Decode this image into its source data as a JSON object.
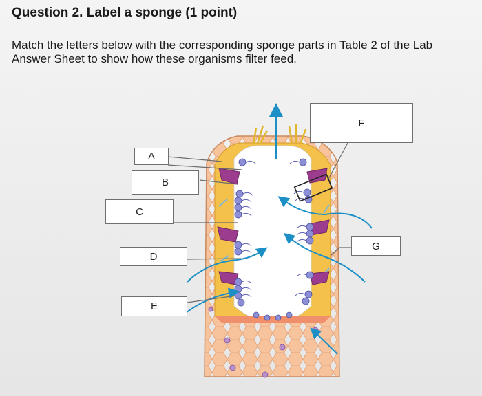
{
  "question": {
    "title": "Question 2. Label a sponge (1 point)",
    "instructions": "Match the letters below with the corresponding sponge parts in Table 2 of the Lab Answer Sheet to show how these organisms filter feed."
  },
  "labels": {
    "A": "A",
    "B": "B",
    "C": "C",
    "D": "D",
    "E": "E",
    "F": "F",
    "G": "G"
  },
  "colors": {
    "outer_wall": "#f0b386",
    "mesohyl": "#f4c24a",
    "choanocyte_collar": "#8c8fd6",
    "porocyte": "#9b3c8e",
    "water_arrow": "#1b8fc6"
  }
}
